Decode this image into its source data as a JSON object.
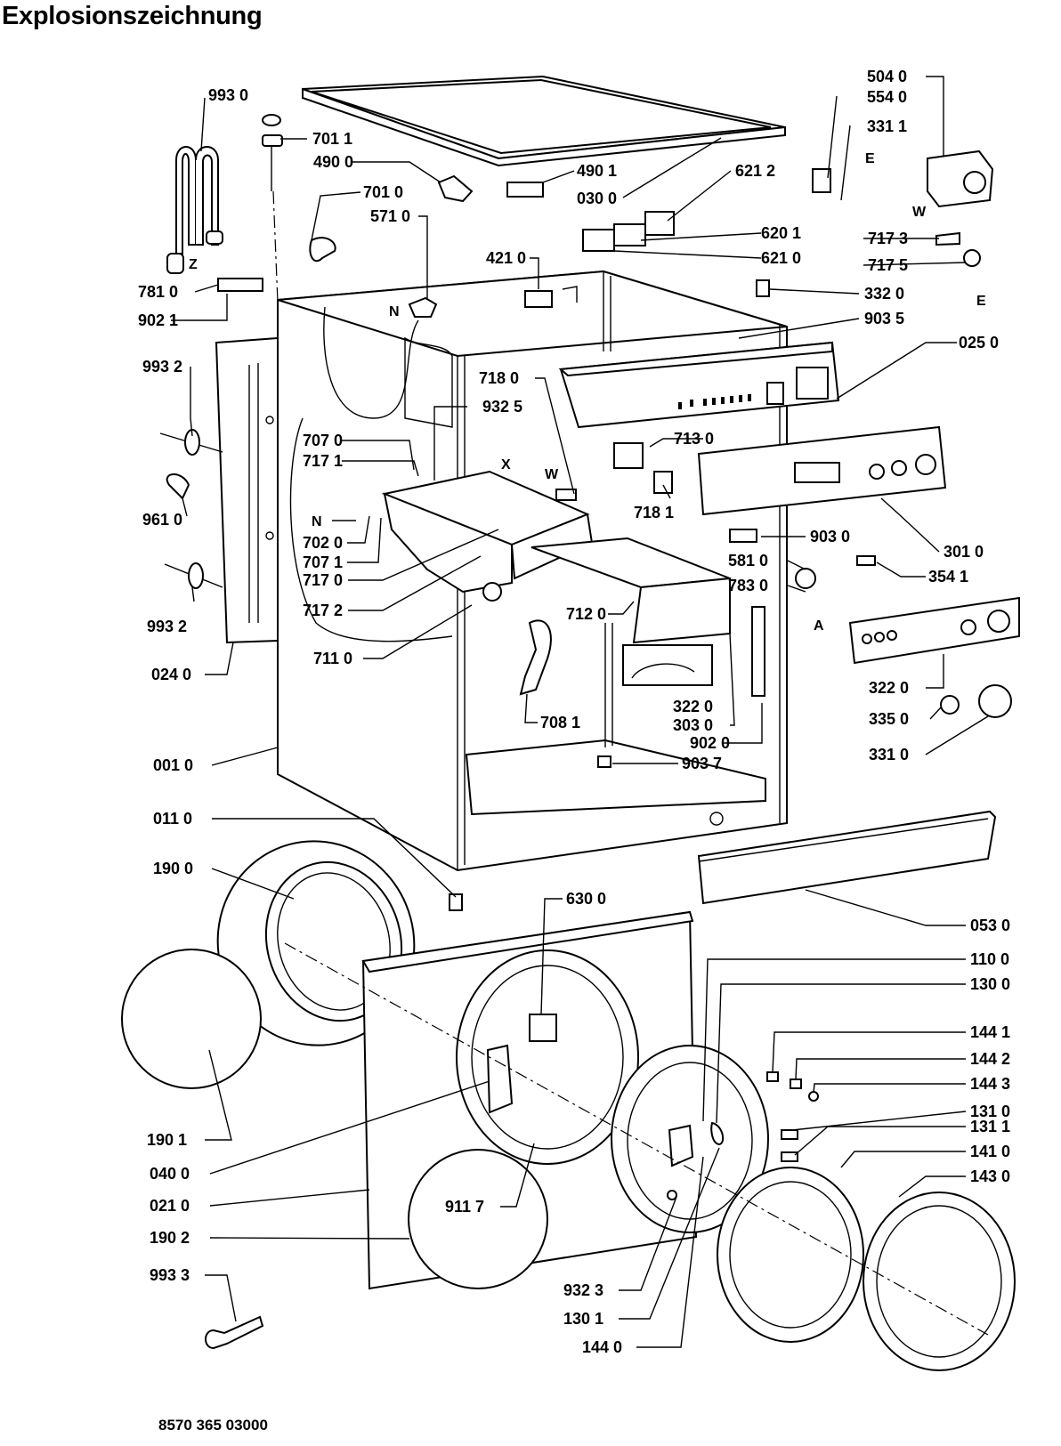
{
  "header": {
    "title": "Explosionszeichnung"
  },
  "footer": {
    "doc_number": "8570 365 03000"
  },
  "callouts": {
    "c993_0": "993 0",
    "c701_1": "701 1",
    "c490_0": "490 0",
    "c490_1": "490 1",
    "c030_0": "030 0",
    "c621_2": "621 2",
    "c504_0": "504 0",
    "c554_0": "554 0",
    "c331_1": "331 1",
    "c701_0": "701 0",
    "c571_0": "571 0",
    "c620_1": "620 1",
    "c621_0": "621 0",
    "c717_3": "717 3",
    "c717_5": "717 5",
    "c421_0": "421 0",
    "c781_0": "781 0",
    "c902_1": "902 1",
    "c332_0": "332 0",
    "c903_5": "903 5",
    "c025_0": "025 0",
    "c993_2a": "993 2",
    "c718_0": "718 0",
    "c932_5": "932 5",
    "c707_0": "707 0",
    "c717_1": "717 1",
    "c713_0": "713 0",
    "c718_1": "718 1",
    "c961_0": "961 0",
    "c702_0": "702 0",
    "c707_1": "707 1",
    "c717_0": "717 0",
    "c903_0": "903 0",
    "c301_0": "301 0",
    "c581_0": "581 0",
    "c354_1": "354 1",
    "c783_0": "783 0",
    "c717_2": "717 2",
    "c712_0": "712 0",
    "c993_2b": "993 2",
    "c711_0": "711 0",
    "c024_0": "024 0",
    "c322_0a": "322 0",
    "c322_0b": "322 0",
    "c303_0": "303 0",
    "c335_0": "335 0",
    "c708_1": "708 1",
    "c902_0": "902 0",
    "c331_0": "331 0",
    "c903_7": "903 7",
    "c001_0": "001 0",
    "c011_0": "011 0",
    "c190_0": "190 0",
    "c053_0": "053 0",
    "c630_0": "630 0",
    "c110_0": "110 0",
    "c130_0": "130 0",
    "c144_1": "144 1",
    "c144_2": "144 2",
    "c144_3": "144 3",
    "c131_0": "131 0",
    "c131_1": "131 1",
    "c190_1": "190 1",
    "c141_0": "141 0",
    "c040_0": "040 0",
    "c143_0": "143 0",
    "c021_0": "021 0",
    "c911_7": "911 7",
    "c190_2": "190 2",
    "c993_3": "993 3",
    "c932_3": "932 3",
    "c130_1": "130 1",
    "c144_0": "144 0"
  },
  "markers": {
    "E1": "E",
    "E2": "E",
    "W1": "W",
    "W2": "W",
    "N1": "N",
    "N2": "N",
    "X": "X",
    "Z": "Z",
    "A": "A"
  }
}
